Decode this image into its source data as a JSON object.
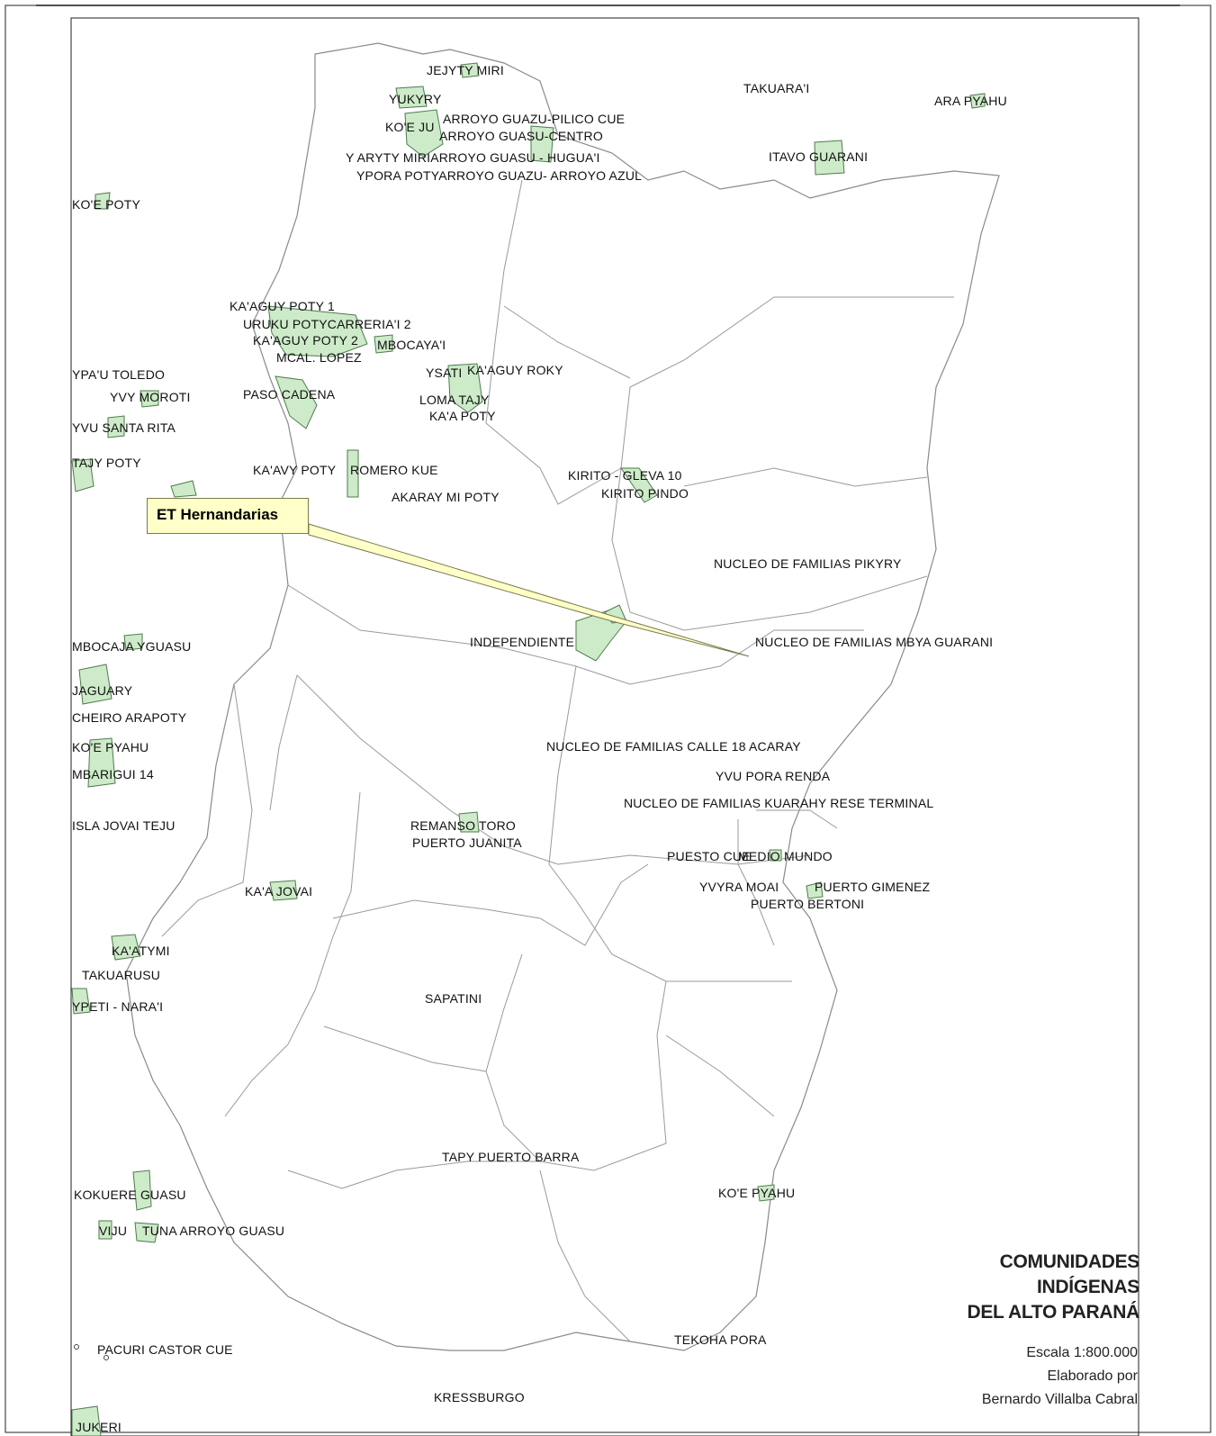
{
  "map": {
    "title_lines": [
      "COMUNIDADES",
      "INDÍGENAS",
      "DEL ALTO PARANÁ"
    ],
    "scale": "Escala 1:800.000",
    "credits": [
      "Elaborado por",
      "Bernardo Villalba Cabral"
    ],
    "callout": "ET Hernandarias",
    "colors": {
      "community_fill": "#cdebc8",
      "community_stroke": "#4e7a4e",
      "boundary": "#8a8a8a",
      "callout_bg": "#ffffc8"
    },
    "labels": [
      "JEJYTY MIRI",
      "TAKUARA'I",
      "ARA PYAHU",
      "YUKYRY",
      "KO'E JU",
      "ARROYO GUAZU-PILICO CUE",
      "ARROYO GUASU-CENTRO",
      "Y ARYTY MIRIARROYO GUASU - HUGUA'I",
      "YPORA POTYARROYO GUAZU- ARROYO AZUL",
      "ITAVO GUARANI",
      "KO'E POTY",
      "KA'AGUY POTY 1",
      "URUKU POTYCARRERIA'I 2",
      "KA'AGUY POTY 2",
      "MBOCAYA'I",
      "MCAL. LOPEZ",
      "YPA'U TOLEDO",
      "YSATI",
      "KA'AGUY ROKY",
      "YVY MOROTI",
      "PASO CADENA",
      "LOMA TAJY",
      "KA'A POTY",
      "YVU SANTA RITA",
      "TAJY POTY",
      "KA'AVY POTY",
      "ROMERO KUE",
      "KIRITO - GLEVA 10",
      "KIRITO PINDO",
      "AKARAY MI POTY",
      "NUCLEO DE FAMILIAS PIKYRY",
      "INDEPENDIENTE",
      "NUCLEO DE FAMILIAS MBYA GUARANI",
      "MBOCAJA YGUASU",
      "JAGUARY",
      "CHEIRO ARAPOTY",
      "KO'E PYAHU",
      "NUCLEO DE FAMILIAS CALLE 18 ACARAY",
      "MBARIGUI 14",
      "YVU PORA RENDA",
      "NUCLEO DE FAMILIAS KUARAHY RESE TERMINAL",
      "ISLA JOVAI TEJU",
      "REMANSO TORO",
      "PUERTO JUANITA",
      "PUESTO CUE",
      "MEDIO MUNDO",
      "KA'A JOVAI",
      "YVYRA MOAI",
      "PUERTO GIMENEZ",
      "PUERTO BERTONI",
      "KA'ATYMI",
      "TAKUARUSU",
      "YPETI - NARA'I",
      "SAPATINI",
      "TAPY PUERTO BARRA",
      "KOKUERE GUASU",
      "KO'E PYAHU",
      "VIJU",
      "TUNA ARROYO GUASU",
      "PACURI CASTOR CUE",
      "TEKOHA PORA",
      "KRESSBURGO",
      "JUKERI"
    ]
  }
}
